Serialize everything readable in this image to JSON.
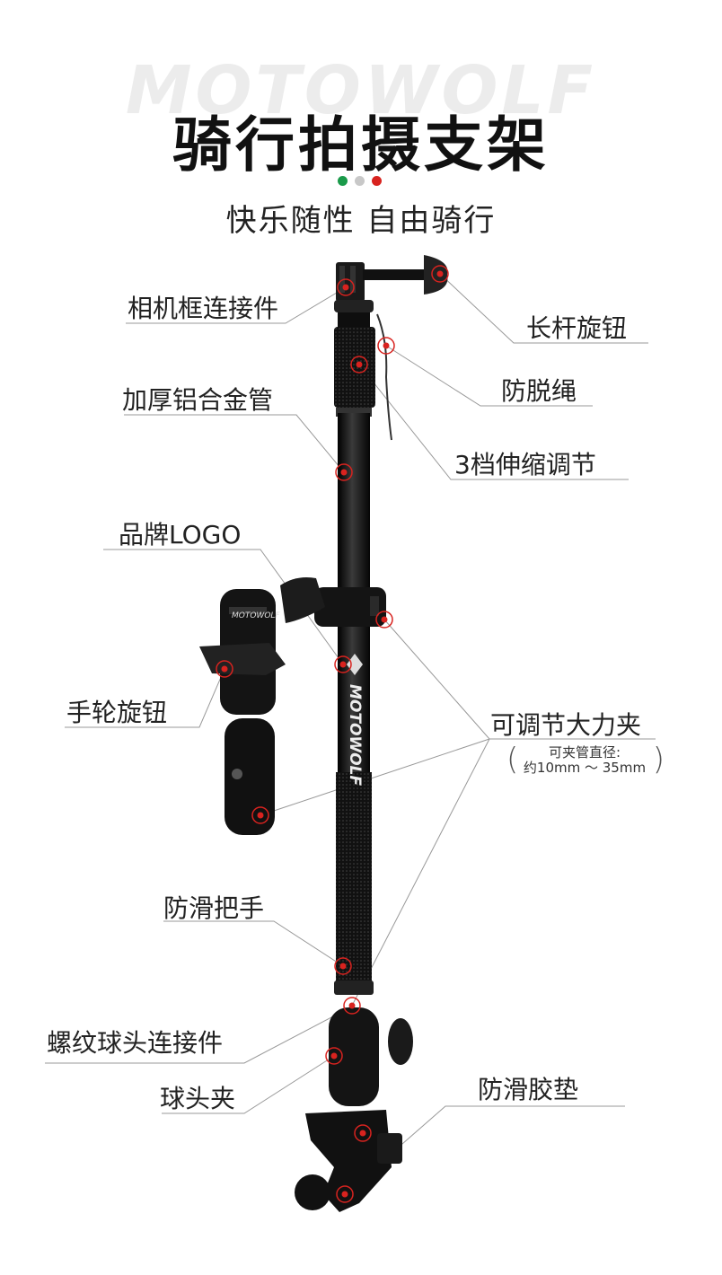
{
  "brand": "MOTOWOLF",
  "title": "骑行拍摄支架",
  "subtitle": "快乐随性 自由骑行",
  "accent_dots": [
    "#1a9a4a",
    "#c8c8c8",
    "#d8231f"
  ],
  "callout_color": "#d8231f",
  "labels": {
    "camera_frame": "相机框连接件",
    "long_rod_knob": "长杆旋钮",
    "anti_drop_rope": "防脱绳",
    "aluminum_tube": "加厚铝合金管",
    "telescopic": "3档伸缩调节",
    "brand_logo": "品牌LOGO",
    "hand_knob": "手轮旋钮",
    "clamp": "可调节大力夹",
    "clamp_note_1": "可夹管直径:",
    "clamp_note_2": "约10mm ～ 35mm",
    "grip": "防滑把手",
    "thread_ball": "螺纹球头连接件",
    "ball_clamp": "球头夹",
    "rubber_pad": "防滑胶垫"
  },
  "rod_text": "MOTOWOLF",
  "mount_text": "MOTOWOLF"
}
